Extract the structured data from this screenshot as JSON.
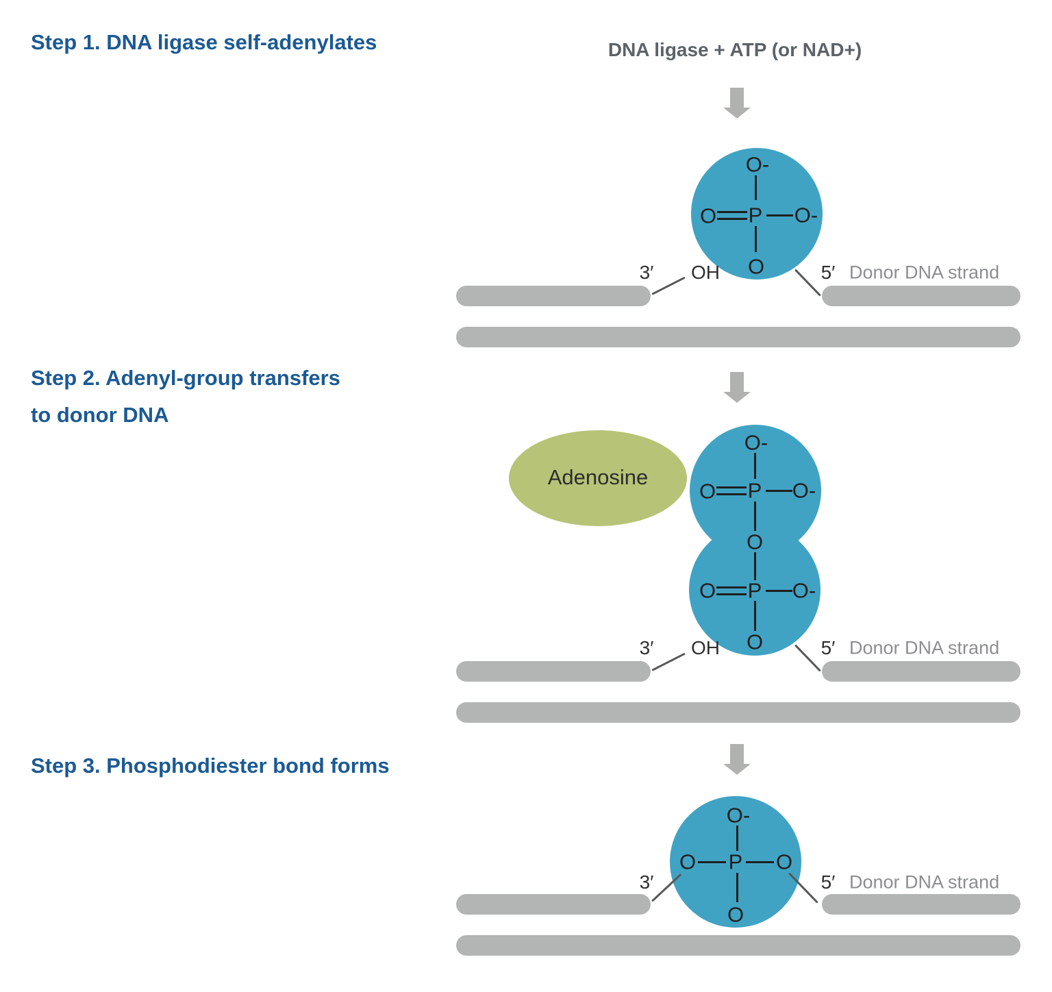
{
  "step1": {
    "title": "Step 1. DNA ligase self-adenylates",
    "reactants_label": "DNA ligase + ATP (or NAD+)",
    "phosphate": {
      "top_oxygen": "O-",
      "left_oxygen": "O",
      "phosphorus": "P",
      "right_oxygen": "O-",
      "bottom_oxygen": "O"
    },
    "three_prime": "3′",
    "hydroxyl": "OH",
    "five_prime": "5′",
    "donor_label": "Donor DNA strand"
  },
  "step2": {
    "title_line1": "Step 2. Adenyl-group transfers",
    "title_line2": "to donor DNA",
    "adenosine": "Adenosine",
    "upper_phosphate": {
      "top_oxygen": "O-",
      "left_oxygen": "O",
      "phosphorus": "P",
      "right_oxygen": "O-"
    },
    "bridge_oxygen": "O",
    "lower_phosphate": {
      "left_oxygen": "O",
      "phosphorus": "P",
      "right_oxygen": "O-",
      "bottom_oxygen": "O"
    },
    "three_prime": "3′",
    "hydroxyl": "OH",
    "five_prime": "5′",
    "donor_label": "Donor DNA strand"
  },
  "step3": {
    "title": "Step 3. Phosphodiester bond forms",
    "phosphate": {
      "top_oxygen": "O-",
      "left_oxygen": "O",
      "phosphorus": "P",
      "right_oxygen": "O",
      "bottom_oxygen": "O"
    },
    "three_prime": "3′",
    "five_prime": "5′",
    "donor_label": "Donor DNA strand"
  },
  "colors": {
    "title_blue": "#1b5a94",
    "reactants_gray": "#5c6268",
    "molecule_teal": "#41a3c3",
    "adenosine_green": "#b7c377",
    "strand_gray": "#b3b5b5",
    "donor_label_gray": "#8b8d8f",
    "arrow_gray": "#b0b2b0",
    "bond_black": "#1f1f1f"
  }
}
